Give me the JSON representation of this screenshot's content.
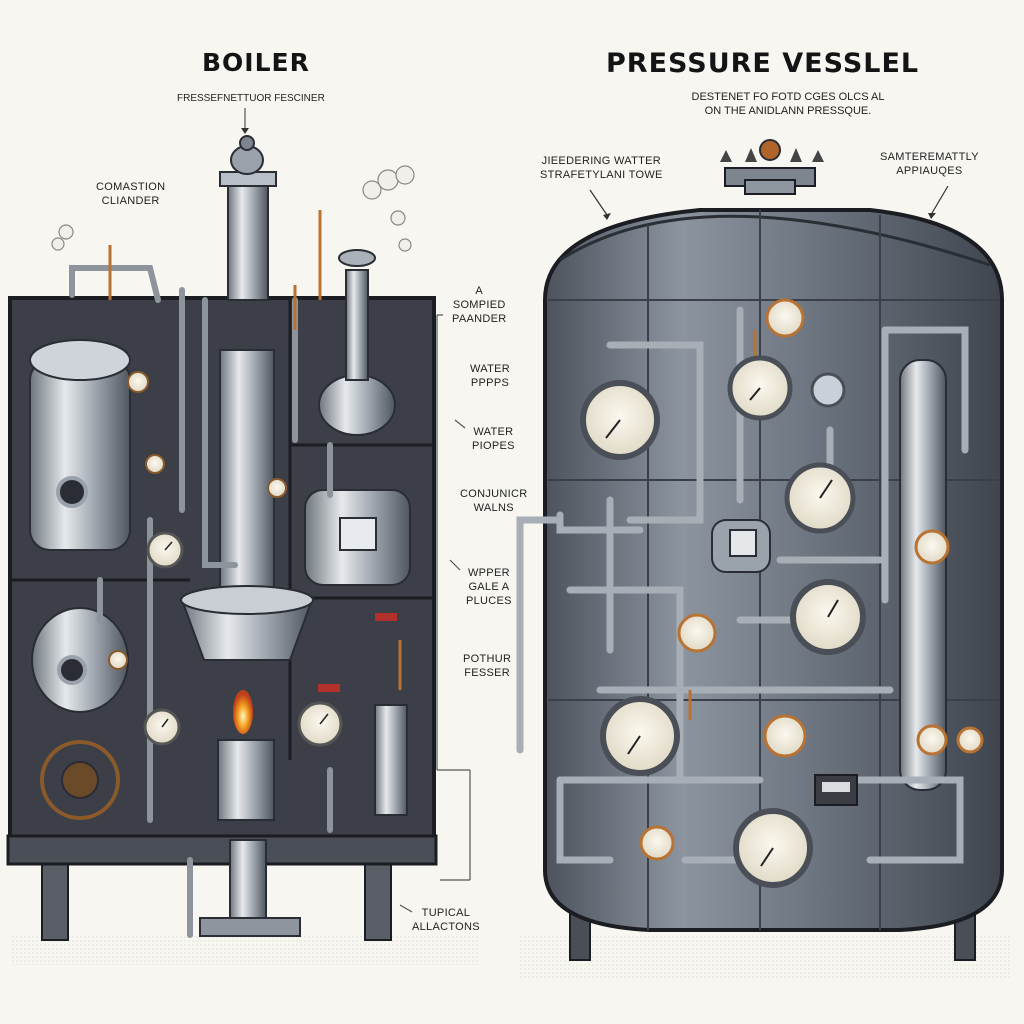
{
  "titles": {
    "boiler": "BOILER",
    "pressure_vessel": "PRESSURE VESSLEL"
  },
  "boiler": {
    "subtitle": "FRESSEFNETTUOR FESCINER",
    "labels": {
      "combustion_chamber": [
        "COMASTION",
        "CLIANDER"
      ],
      "simplified_chamber": [
        "A",
        "SOMPIED",
        "PAANDER"
      ],
      "water_pipes_1": [
        "WATER",
        "PPPPS"
      ],
      "water_pipes_2": [
        "WATER",
        "PIOPES"
      ],
      "control_valves": [
        "CONJUNICR",
        "WALNS"
      ],
      "wiper_gauges": [
        "WPPER",
        "GALE A",
        "PLUCES"
      ],
      "pothur_fesser": [
        "POTHUR",
        "FESSER"
      ],
      "typical_locations": [
        "TUPICAL",
        "ALLACTONS"
      ]
    }
  },
  "pressure_vessel": {
    "subtitle": [
      "DESTENET FO FOTD CGES OLCS AL",
      "ON THE ANIDLANN PRESSQUE."
    ],
    "labels": {
      "feeding_water": [
        "JIEEDERING WATTER",
        "STRAFETYLANI TOWE"
      ],
      "safety_appliances": [
        "SAMTEREMATTLY",
        "APPIAUQES"
      ]
    }
  },
  "colors": {
    "background": "#f7f6f1",
    "cabinet": "#3c3f48",
    "cabinet_edge": "#1c1d22",
    "steel_light": "#d9dde2",
    "steel_mid": "#9aa1aa",
    "steel_dark": "#5b626b",
    "vessel_body": "#6b7480",
    "copper": "#b87333",
    "brass": "#c9a24a",
    "flame": "#f4a020"
  }
}
